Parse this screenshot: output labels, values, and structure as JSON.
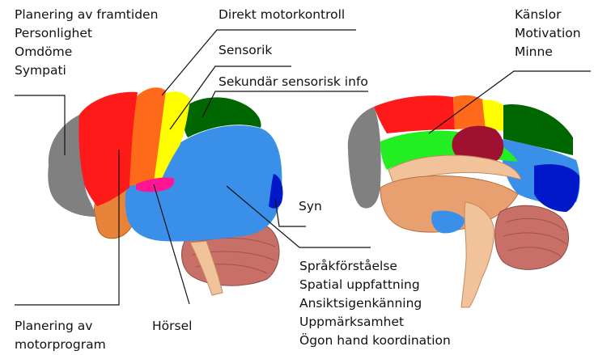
{
  "labels": {
    "top_left": [
      "Planering av framtiden",
      "Personlighet",
      "Omdöme",
      "Sympati"
    ],
    "motor": "Direkt motorkontroll",
    "sensory": "Sensorik",
    "secondary": "Sekundär sensorisk info",
    "top_right": [
      "Känslor",
      "Motivation",
      "Minne"
    ],
    "vision": "Syn",
    "bottom_left": [
      "Planering av",
      "motorprogram"
    ],
    "hearing": "Hörsel",
    "bottom_right": [
      "Språkförståelse",
      "Spatial uppfattning",
      "Ansiktsigenkänning",
      "Uppmärksamhet",
      "Ögon hand koordination"
    ]
  },
  "colors": {
    "prefrontal": "#808080",
    "premotor": "#ff1a1a",
    "motor": "#ff6a1a",
    "sensory": "#ffff00",
    "secondary": "#006600",
    "parietal_temporal": "#3a8fe8",
    "occipital": "#0018c8",
    "hearing": "#ff1493",
    "limbic": "#22ee22",
    "thalamus": "#a01030",
    "brainstem": "#f2c29a",
    "cerebellum": "#c87068",
    "inner_tissue": "#e8a070"
  }
}
